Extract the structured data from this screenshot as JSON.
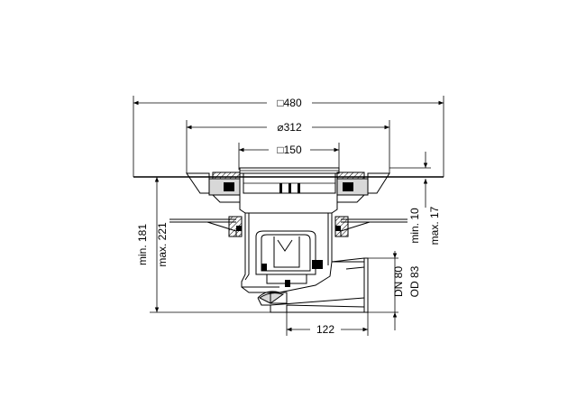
{
  "dimensions": {
    "overall_width": "□480",
    "flange_diameter": "⌀312",
    "grate_size": "□150",
    "outlet_offset": "122",
    "height_min": "min. 181",
    "height_max": "max. 221",
    "top_adjust_min": "min. 10",
    "top_adjust_max": "max. 17",
    "outlet_dn": "DN 80",
    "outlet_od": "OD 83"
  }
}
